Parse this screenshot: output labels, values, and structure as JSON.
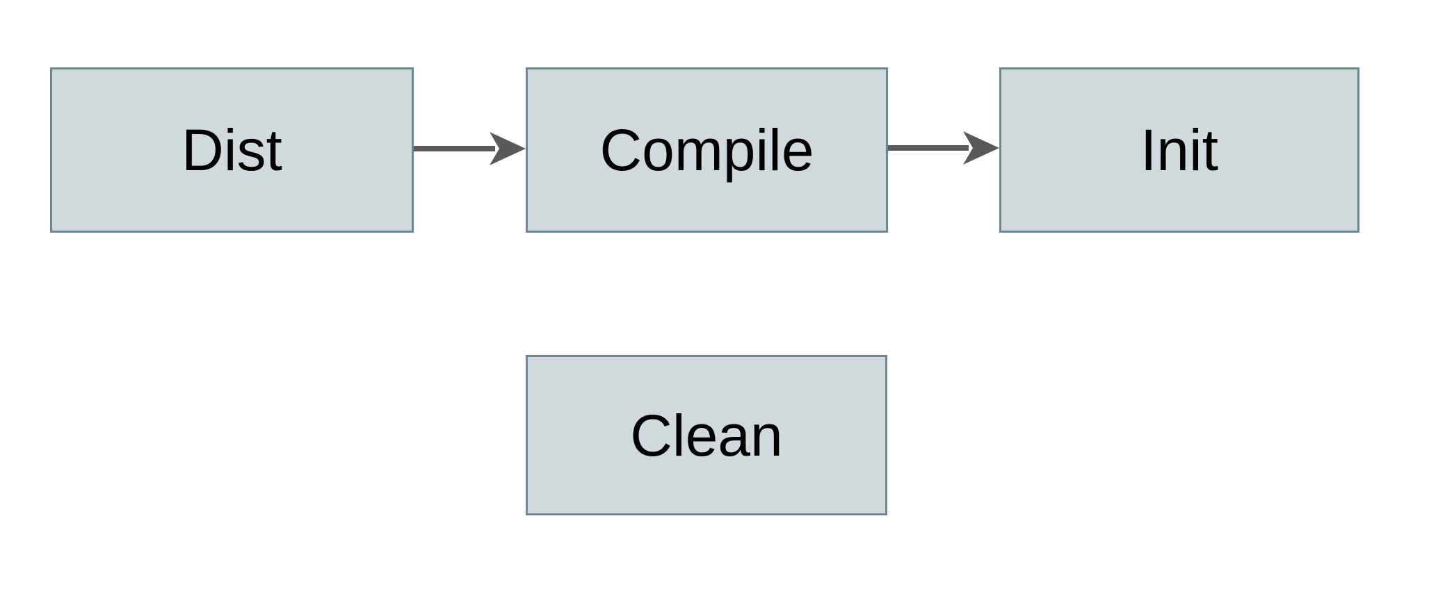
{
  "diagram": {
    "background_color": "#ffffff",
    "node_fill_color": "#d2d9dc",
    "node_border_color": "#6e8594",
    "arrow_color": "#58595b",
    "text_color": "#000000",
    "nodes": [
      {
        "id": "dist",
        "label": "Dist"
      },
      {
        "id": "compile",
        "label": "Compile"
      },
      {
        "id": "init",
        "label": "Init"
      },
      {
        "id": "clean",
        "label": "Clean"
      }
    ],
    "edges": [
      {
        "from": "Dist",
        "to": "Compile"
      },
      {
        "from": "Compile",
        "to": "Init"
      }
    ]
  }
}
